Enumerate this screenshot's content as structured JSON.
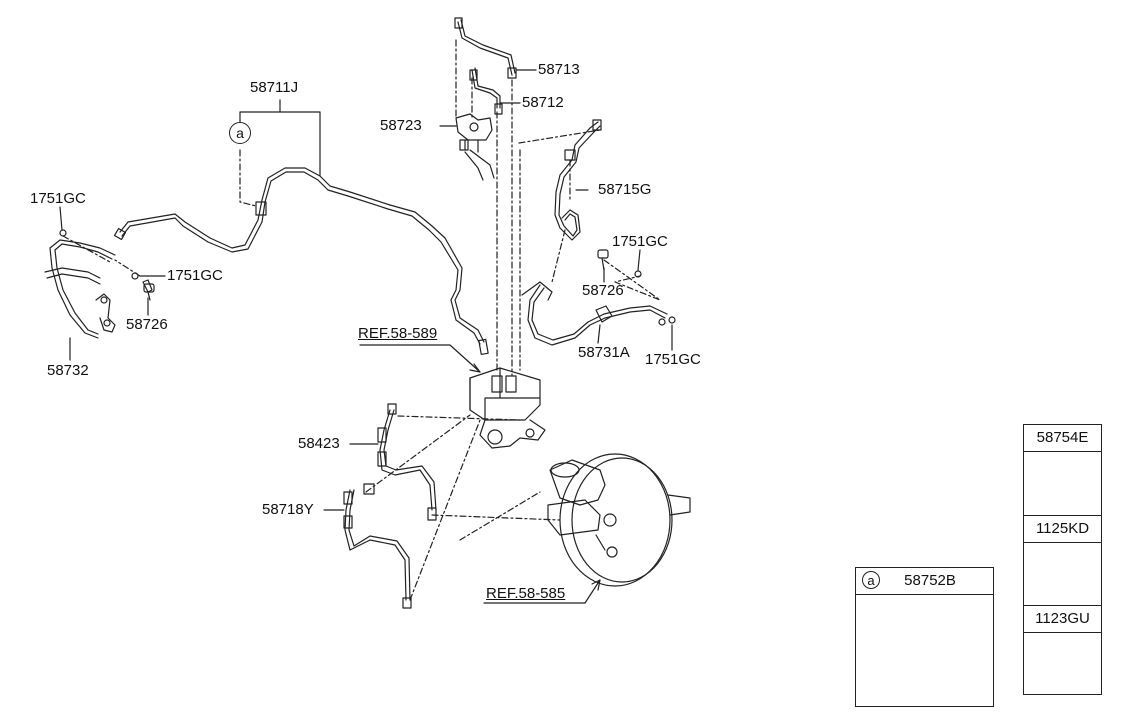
{
  "callouts": {
    "p58711J": "58711J",
    "p58713": "58713",
    "p58712": "58712",
    "p58723": "58723",
    "p1751GC_left": "1751GC",
    "p1751GC_mid": "1751GC",
    "p58726_left": "58726",
    "p58732": "58732",
    "p58715G": "58715G",
    "p1751GC_right_top": "1751GC",
    "p58726_right": "58726",
    "p58731A": "58731A",
    "p1751GC_right_bottom": "1751GC",
    "p58423": "58423",
    "p58718Y": "58718Y",
    "ref_589": "REF.58-589",
    "ref_585": "REF.58-585",
    "circle_a": "a"
  },
  "legend_a": {
    "marker": "a",
    "part": "58752B"
  },
  "legend_right": [
    {
      "part": "58754E",
      "icon": "grommet-icon"
    },
    {
      "part": "1125KD",
      "icon": "bolt-icon"
    },
    {
      "part": "1123GU",
      "icon": "bolt-icon"
    }
  ]
}
